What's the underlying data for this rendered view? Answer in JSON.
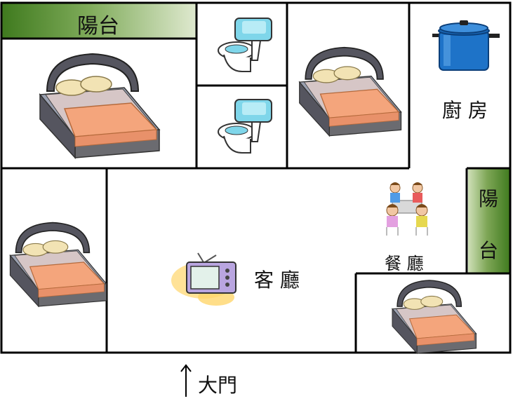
{
  "rooms": {
    "balcony_top": "陽台",
    "balcony_right_1": "陽",
    "balcony_right_2": "台",
    "kitchen": "廚 房",
    "living_room": "客 廳",
    "dining_room": "餐 廳",
    "main_door": "大門"
  },
  "icons": {
    "bed": "bed-icon",
    "toilet": "toilet-icon",
    "pot": "cooking-pot-icon",
    "tv": "television-icon",
    "dining": "dining-people-icon",
    "arrow": "arrow-up-icon"
  },
  "colors": {
    "balcony_dark": "#3f7a1e",
    "balcony_light": "#dfe9cf",
    "bed_blanket": "#f4a57c",
    "bed_frame": "#5a5a66",
    "toilet": "#7fd6ea",
    "pot": "#1e73c8",
    "tv": "#b9a5e0"
  }
}
